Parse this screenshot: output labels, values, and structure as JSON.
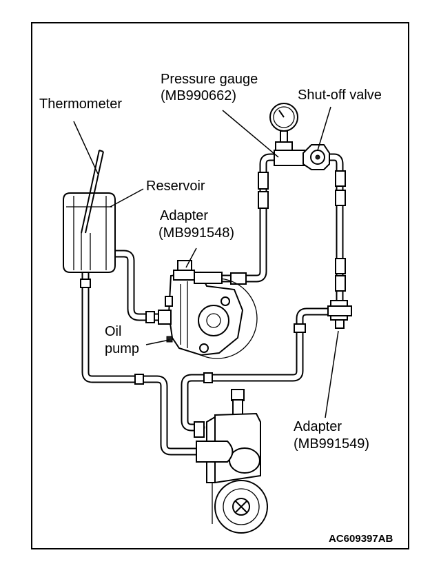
{
  "labels": {
    "thermometer": "Thermometer",
    "pressure_gauge": "Pressure gauge",
    "pressure_gauge_part": "(MB990662)",
    "shutoff_valve": "Shut-off valve",
    "reservoir": "Reservoir",
    "adapter_top": "Adapter",
    "adapter_top_part": "(MB991548)",
    "oil": "Oil",
    "pump": "pump",
    "adapter_bottom": "Adapter",
    "adapter_bottom_part": "(MB991549)"
  },
  "figure_code": "AC609397AB"
}
